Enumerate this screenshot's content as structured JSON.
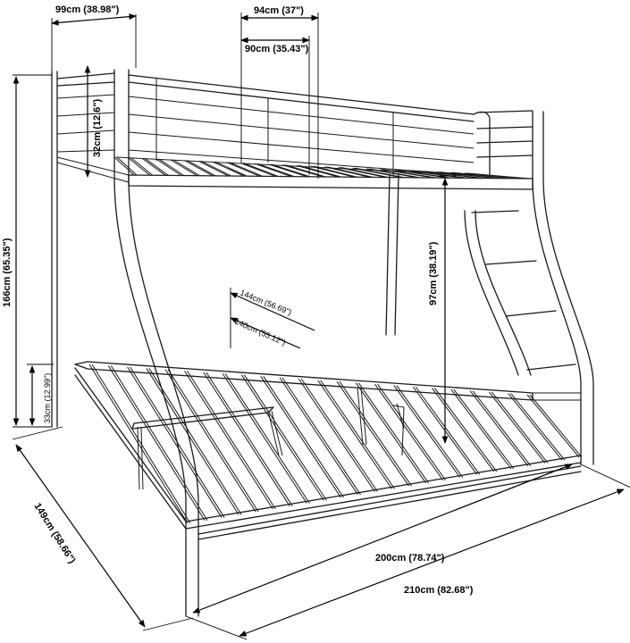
{
  "dimensions": {
    "top_width_overall": "99cm (38.98\")",
    "top_length_outer": "94cm (37\")",
    "top_length_inner": "90cm (35.43\")",
    "guard_height": "32cm (12.6\")",
    "total_height": "166cm (65.35\")",
    "clearance_height": "97cm (38.19\")",
    "bottom_width_outer": "144cm (56.69\")",
    "bottom_width_inner": "140cm (55.12\")",
    "floor_clearance": "33cm (12.99\")",
    "overall_depth": "149cm (58.66\")",
    "mattress_length": "200cm (78.74\")",
    "overall_length": "210cm (82.68\")"
  }
}
